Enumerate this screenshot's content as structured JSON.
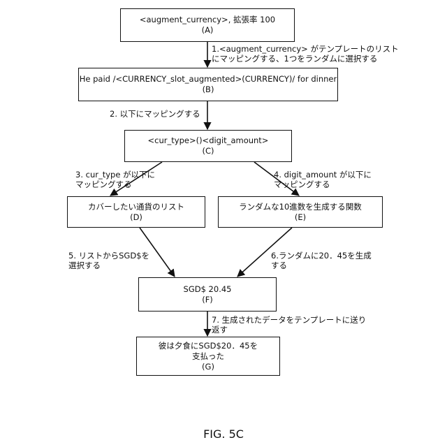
{
  "boxes": {
    "A": {
      "text": "<augment_currency>, 拡張率 100",
      "id": "(A)"
    },
    "B": {
      "text": "He paid /<CURRENCY_slot_augmented>(CURRENCY)/ for dinner",
      "id": "(B)"
    },
    "C": {
      "text": "<cur_type>()<digit_amount>",
      "id": "(C)"
    },
    "D": {
      "text": "カバーしたい通貨のリスト",
      "id": "(D)"
    },
    "E": {
      "text": "ランダムな10進数を生成する関数",
      "id": "(E)"
    },
    "F": {
      "text": "SGD$ 20.45",
      "id": "(F)"
    },
    "G": {
      "text": "彼は夕食にSGD$20．45を\n支払った",
      "id": "(G)"
    }
  },
  "steps": {
    "s1": "1.<augment_currency> がテンプレートのリスト\nにマッピングする、1つをランダムに選択する",
    "s2": "2. 以下にマッピングする",
    "s3": "3. cur_type が以下に\nマッピングする",
    "s4": "4. digit_amount が以下に\nマッピングする",
    "s5": "5. リストからSGD$を\n選択する",
    "s6": "6.ランダムに20．45を生成\nする",
    "s7": "7. 生成されたデータをテンプレートに送り\n返す"
  },
  "figure_label": "FIG. 5C"
}
